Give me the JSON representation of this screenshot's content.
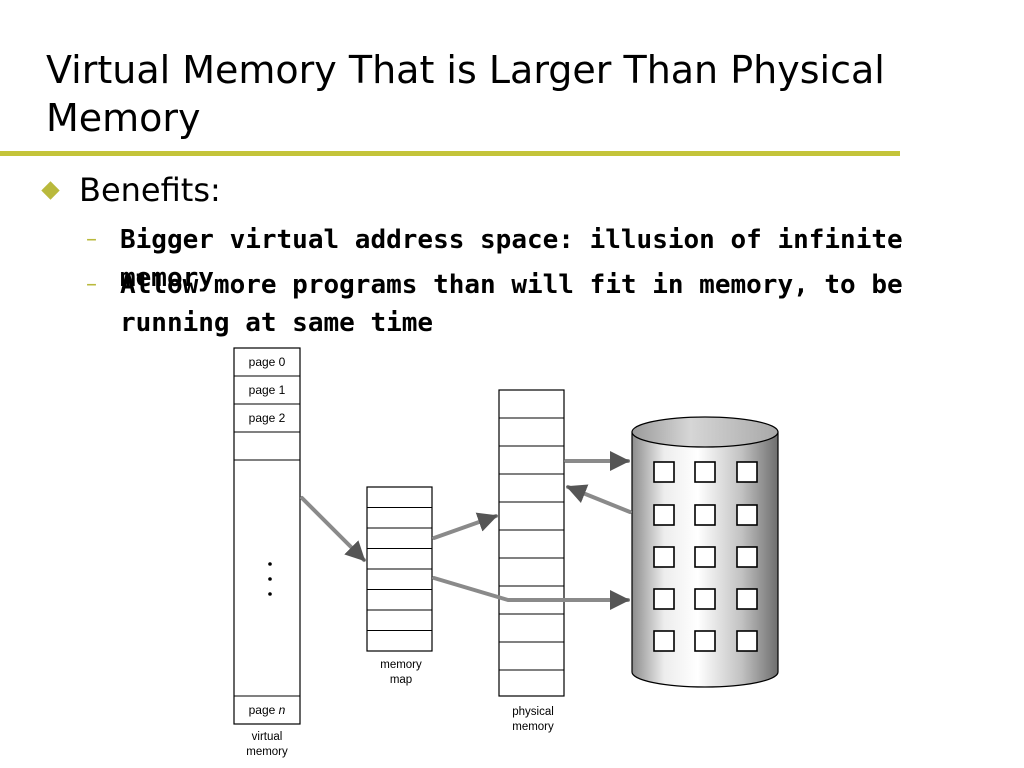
{
  "slide": {
    "title": "Virtual Memory That is Larger Than Physical Memory",
    "bullet": "Benefits:",
    "subbullets": [
      "Bigger virtual address space: illusion of infinite memory",
      "Allow more programs than will fit in memory, to be running at same time"
    ],
    "subbullet_dash": "–"
  },
  "diagram": {
    "virtual_pages": [
      "page 0",
      "page 1",
      "page 2"
    ],
    "virtual_last_page_prefix": "page",
    "virtual_last_page_var": "n",
    "virtual_label": [
      "virtual",
      "memory"
    ],
    "memory_map_label": [
      "memory",
      "map"
    ],
    "physical_label": [
      "physical",
      "memory"
    ],
    "memory_map_rows": 8,
    "physical_memory_rows": 11,
    "disk_blocks": {
      "rows": 5,
      "cols": 3
    }
  },
  "colors": {
    "accent": "#b9b93c",
    "rule": "#c4c43a",
    "outline": "#000000",
    "arrow_gray": "#707070"
  }
}
